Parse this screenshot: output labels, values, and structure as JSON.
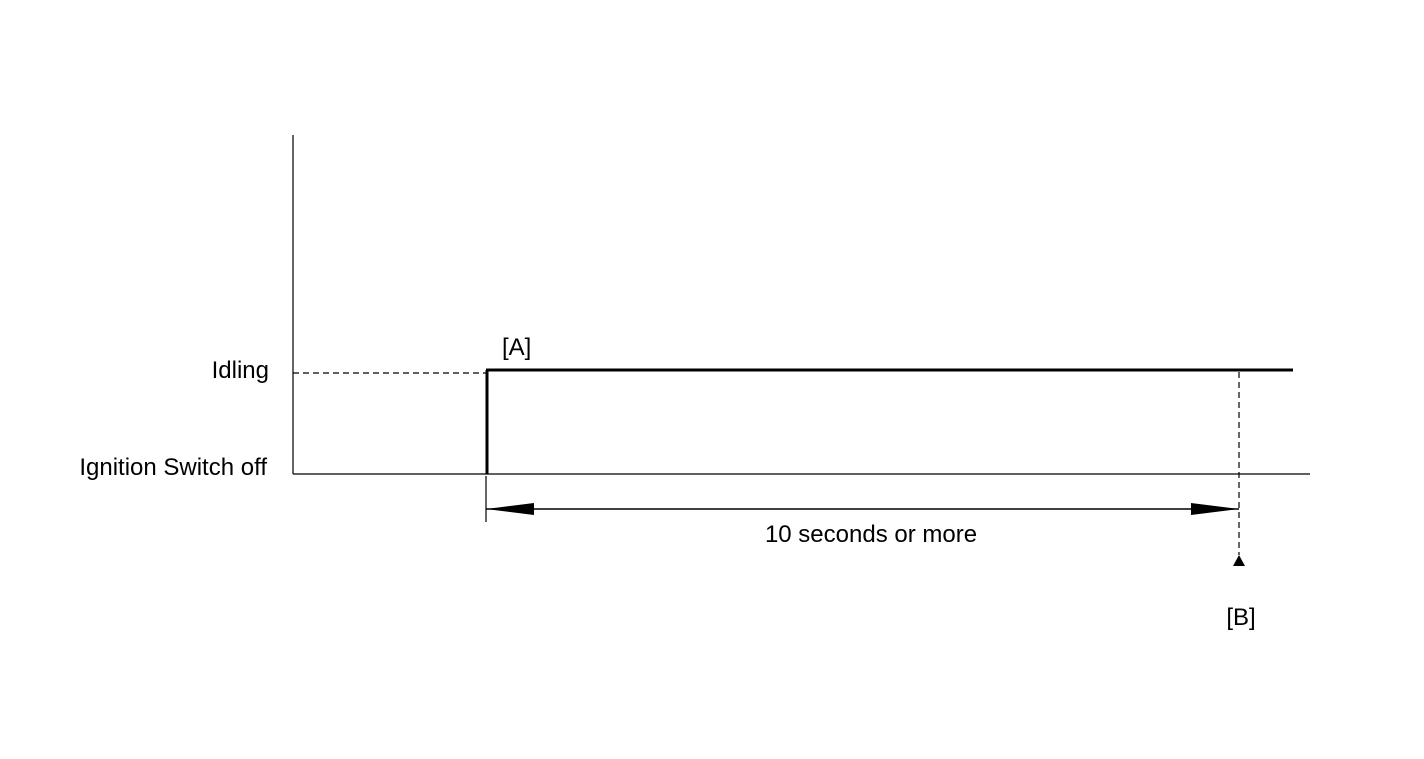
{
  "diagram": {
    "levels": {
      "idling": "Idling",
      "ignition_off": "Ignition Switch off"
    },
    "markers": {
      "a": "[A]",
      "b": "[B]"
    },
    "duration_label": "10 seconds or more"
  }
}
